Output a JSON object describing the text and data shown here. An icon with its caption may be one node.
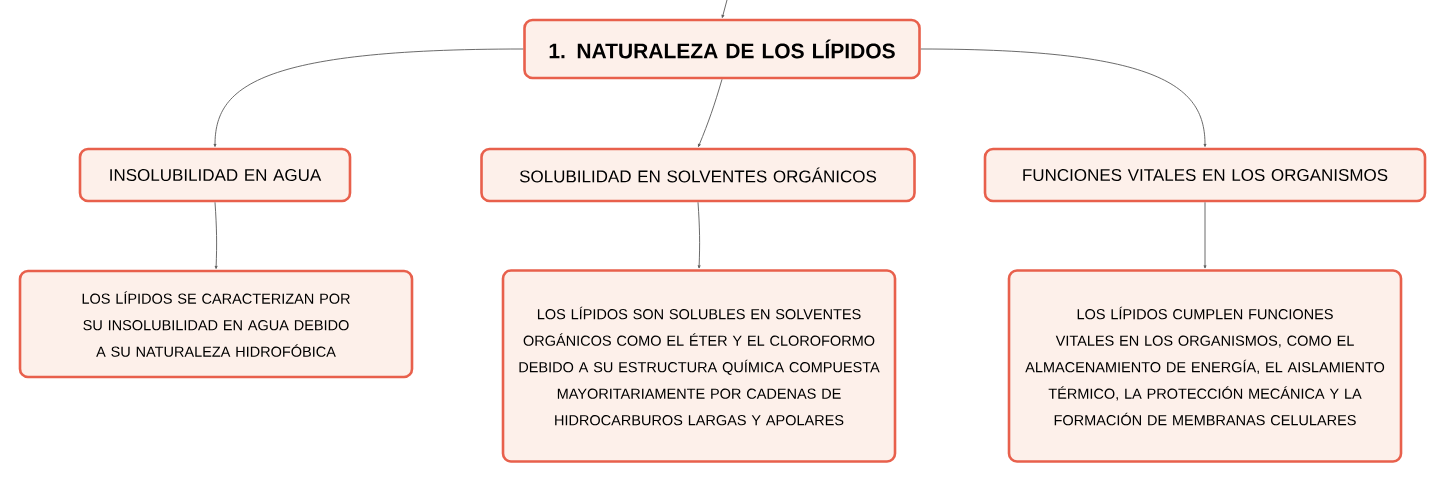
{
  "diagram": {
    "nodes": [
      {
        "text": [
          "1. NATURALEZA DE LOS LÍPIDOS"
        ]
      },
      {
        "text": [
          "INSOLUBILIDAD EN AGUA"
        ]
      },
      {
        "text": [
          "SOLUBILIDAD EN SOLVENTES ORGÁNICOS"
        ]
      },
      {
        "text": [
          "FUNCIONES VITALES EN LOS ORGANISMOS"
        ]
      },
      {
        "text": [
          "LOS LÍPIDOS SE CARACTERIZAN POR SU INSOLUBILIDAD EN AGUA DEBIDO A SU NATURALEZA HIDROFÓBICA"
        ]
      },
      {
        "text": [
          "LOS LÍPIDOS SON SOLUBLES EN SOLVENTES ORGÁNICOS COMO EL ÉTER Y EL CLOROFORMO DEBIDO A SU ESTRUCTURA QUÍMICA COMPUESTA MAYORITARIAMENTE POR CADENAS DE HIDROCARBUROS LARGAS Y APOLARES"
        ]
      },
      {
        "text": [
          "LOS LÍPIDOS CUMPLEN FUNCIONES VITALES EN LOS ORGANISMOS, COMO EL ALMACENAMIENTO DE ENERGÍA, EL AISLAMIENTO TÉRMICO, LA PROTECCIÓN MECÁNICA Y LA FORMACIÓN DE MEMBRANAS CELULARES"
        ]
      }
    ],
    "edges": [
      {
        "from": null,
        "to": 0,
        "arrow": "to"
      },
      {
        "from": 0,
        "to": 1,
        "arrow": "to"
      },
      {
        "from": 0,
        "to": 2,
        "arrow": "to"
      },
      {
        "from": 0,
        "to": 3,
        "arrow": "to"
      },
      {
        "from": 1,
        "to": 4,
        "arrow": "to"
      },
      {
        "from": 2,
        "to": 5,
        "arrow": "to"
      },
      {
        "from": 3,
        "to": 6,
        "arrow": "to"
      }
    ]
  }
}
